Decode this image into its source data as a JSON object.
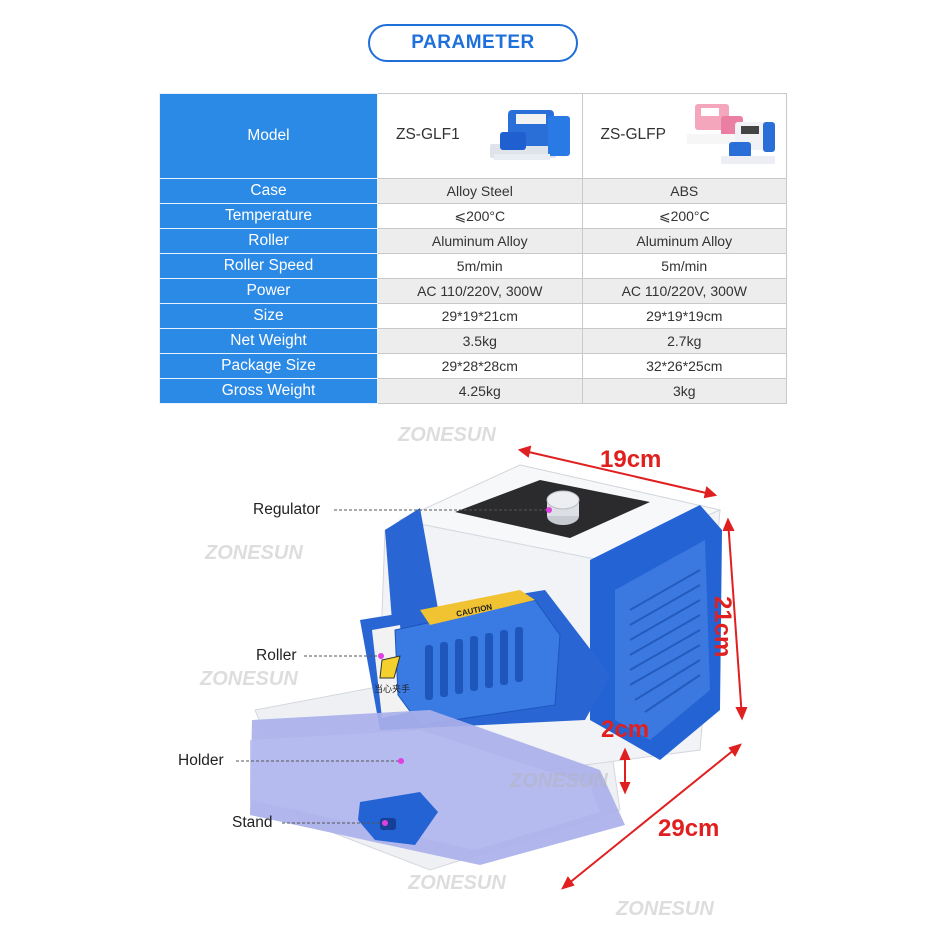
{
  "title": "PARAMETER",
  "table": {
    "model_label": "Model",
    "models": [
      "ZS-GLF1",
      "ZS-GLFP"
    ],
    "rows": [
      {
        "label": "Case",
        "values": [
          "Alloy Steel",
          "ABS"
        ]
      },
      {
        "label": "Temperature",
        "values": [
          "⩽200°C",
          "⩽200°C"
        ]
      },
      {
        "label": "Roller",
        "values": [
          "Aluminum Alloy",
          "Aluminum Alloy"
        ]
      },
      {
        "label": "Roller Speed",
        "values": [
          "5m/min",
          "5m/min"
        ]
      },
      {
        "label": "Power",
        "values": [
          "AC 110/220V, 300W",
          "AC 110/220V, 300W"
        ]
      },
      {
        "label": "Size",
        "values": [
          "29*19*21cm",
          "29*19*19cm"
        ]
      },
      {
        "label": "Net Weight",
        "values": [
          "3.5kg",
          "2.7kg"
        ]
      },
      {
        "label": "Package Size",
        "values": [
          "29*28*28cm",
          "32*26*25cm"
        ]
      },
      {
        "label": "Gross Weight",
        "values": [
          "4.25kg",
          "3kg"
        ]
      }
    ]
  },
  "figure": {
    "callouts": {
      "regulator": "Regulator",
      "roller": "Roller",
      "holder": "Holder",
      "stand": "Stand"
    },
    "dimensions": {
      "width": "19cm",
      "height": "21cm",
      "depth": "29cm",
      "gap": "2cm"
    },
    "watermark": "ZONESUN",
    "label_caution": "CAUTION",
    "label_hot": "当心夹手"
  },
  "colors": {
    "accent": "#1e6fd9",
    "label_bg": "#2b8ae6",
    "machine_blue": "#1f5fd0",
    "machine_body": "#eef0f4",
    "dimension_red": "#e02020",
    "holder_purple": "#aab0ea"
  }
}
